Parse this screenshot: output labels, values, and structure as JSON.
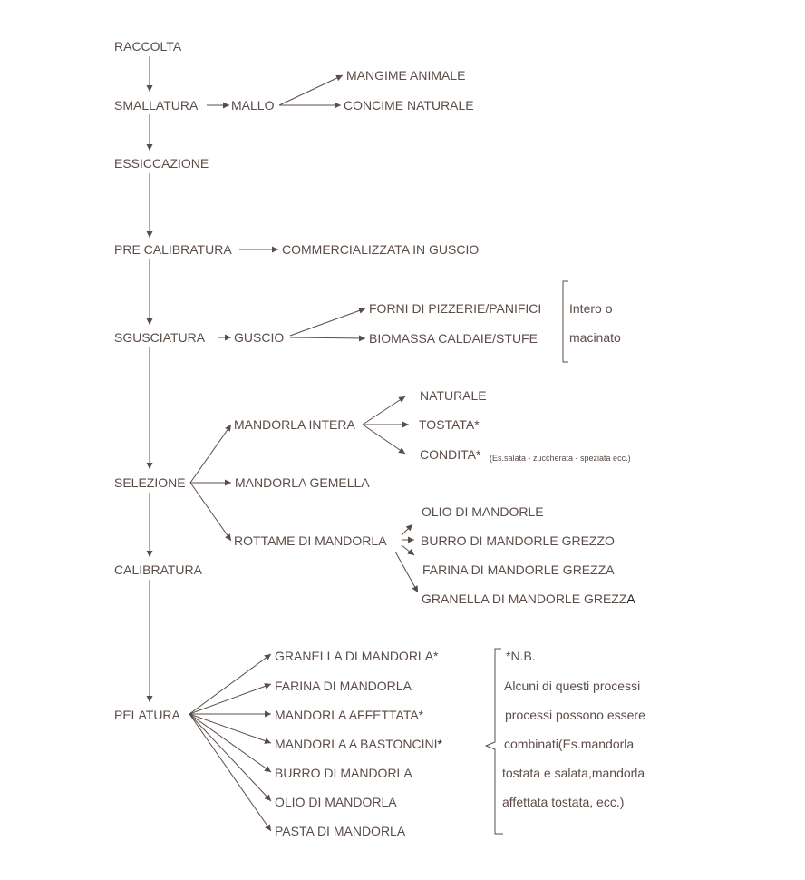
{
  "colors": {
    "text": "#5b4c47",
    "line": "#5b4c47"
  },
  "main_steps": {
    "raccolta": "RACCOLTA",
    "smallatura": "SMALLATURA",
    "essiccazione": "ESSICCAZIONE",
    "pre_calibratura": "PRE CALIBRATURA",
    "sgusciatura": "SGUSCIATURA",
    "selezione": "SELEZIONE",
    "calibratura": "CALIBRATURA",
    "pelatura": "PELATURA"
  },
  "mallo": {
    "label": "MALLO",
    "uses": [
      "MANGIME ANIMALE",
      "CONCIME NATURALE"
    ]
  },
  "pre_calibratura_output": "COMMERCIALIZZATA IN GUSCIO",
  "guscio": {
    "label": "GUSCIO",
    "uses": [
      "FORNI DI PIZZERIE/PANIFICI",
      "BIOMASSA CALDAIE/STUFE"
    ],
    "note_line1": "Intero o",
    "note_line2": "macinato"
  },
  "selezione_outputs": {
    "intera": {
      "label": "MANDORLA INTERA",
      "outputs": [
        "NATURALE",
        "TOSTATA*",
        "CONDITA*"
      ],
      "condita_note": "(Es.salata - zuccherata - speziata ecc.)"
    },
    "gemella": "MANDORLA GEMELLA",
    "rottame": {
      "label": "ROTTAME DI MANDORLA",
      "outputs": [
        "OLIO DI MANDORLE",
        "BURRO DI MANDORLE GREZZO",
        "FARINA DI MANDORLE GREZZA",
        "GRANELLA DI MANDORLE GREZZ"
      ],
      "last_suffix": "A"
    }
  },
  "pelatura_outputs": [
    "GRANELLA DI MANDORLA*",
    "FARINA DI MANDORLA",
    "MANDORLA AFFETTATA*",
    "MANDORLA A BASTONCINI",
    "BURRO DI MANDORLA",
    "OLIO DI MANDORLA",
    "PASTA DI MANDORLA"
  ],
  "bastoncini_star": "*",
  "nb_note": {
    "title": "*N.B.",
    "lines": [
      "Alcuni di questi processi",
      "processi possono essere",
      "combinati(Es.mandorla",
      "tostata e salata,mandorla",
      "affettata tostata, ecc.)"
    ]
  }
}
